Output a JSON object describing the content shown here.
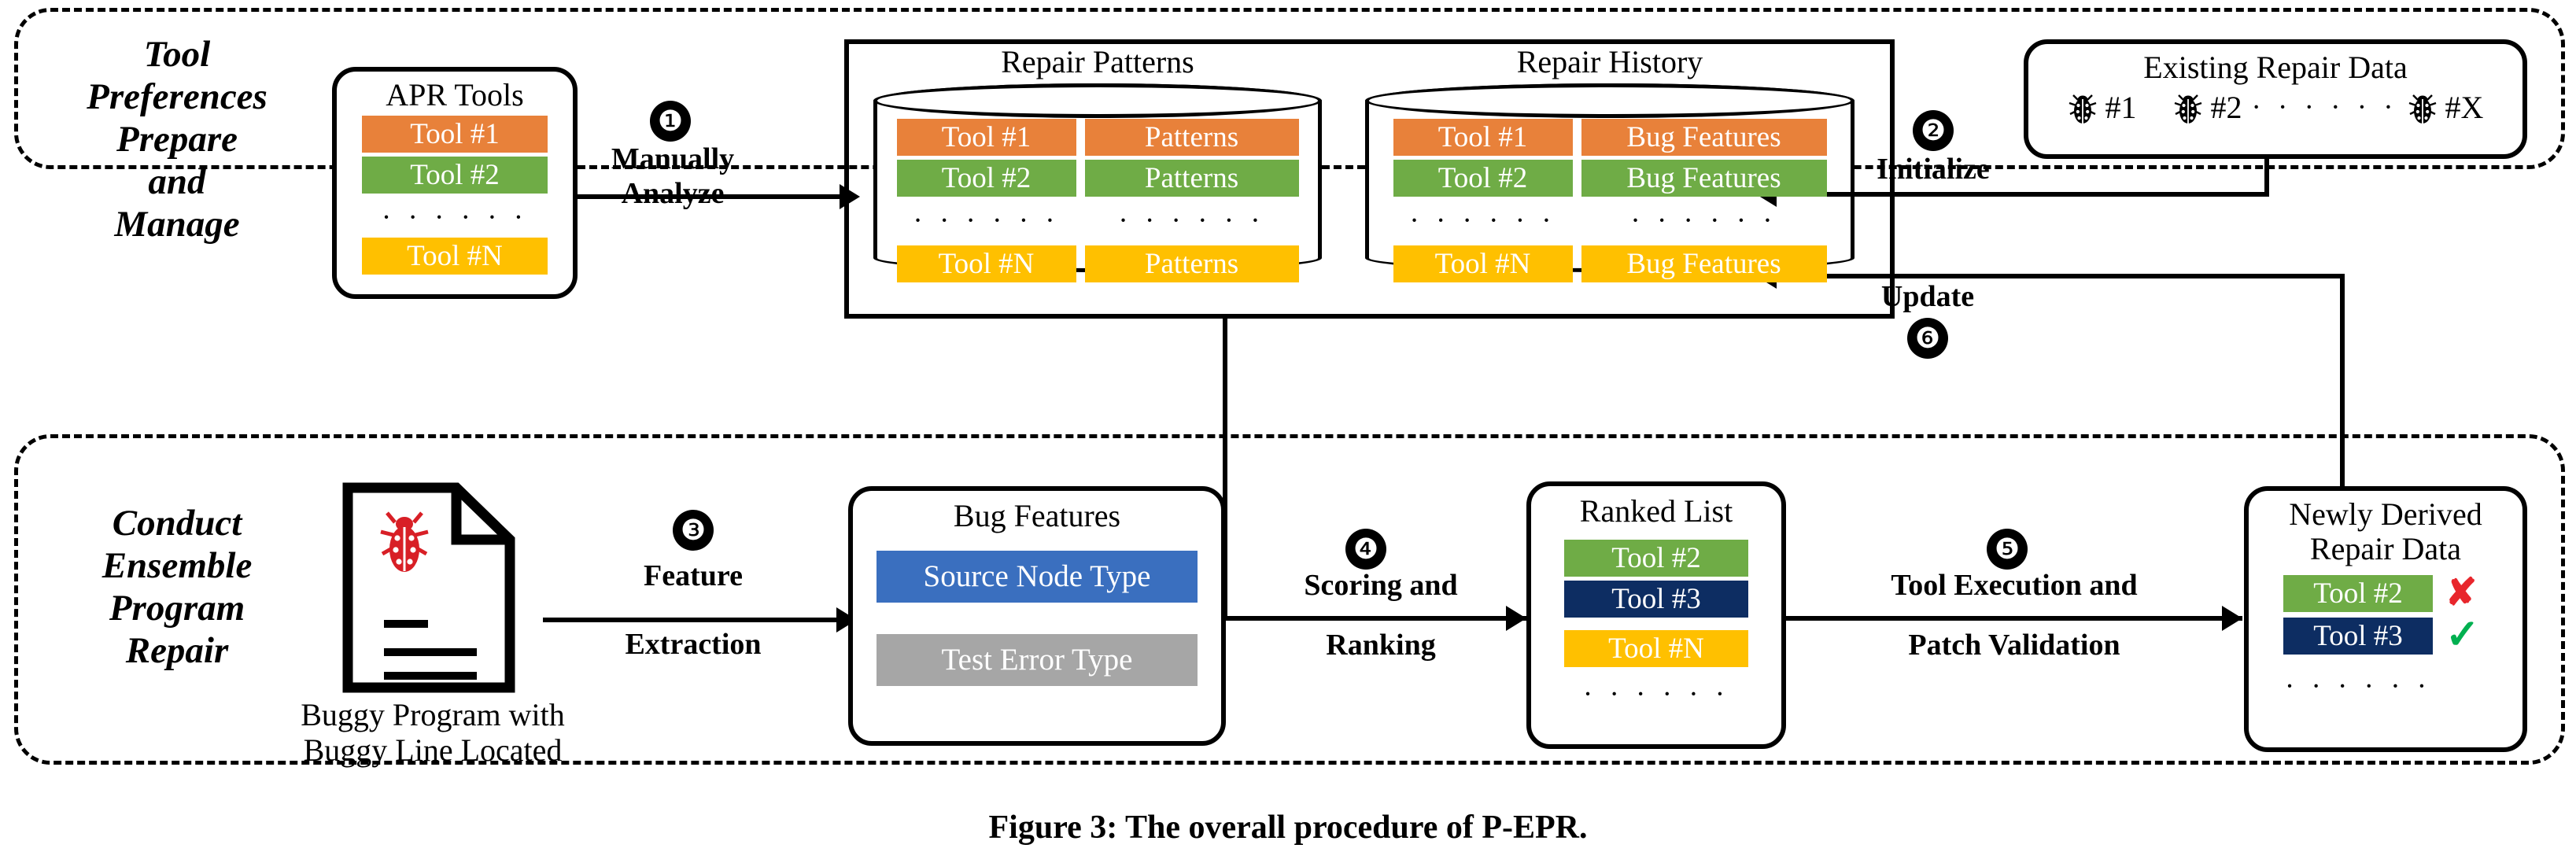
{
  "figure": {
    "caption": "Figure 3: The overall procedure of P-EPR."
  },
  "sections": {
    "top": {
      "title_lines": [
        "Tool",
        "Preferences",
        "Prepare",
        "and",
        "Manage"
      ]
    },
    "bottom": {
      "title_lines": [
        "Conduct",
        "Ensemble",
        "Program",
        "Repair"
      ]
    }
  },
  "apr_tools": {
    "title": "APR Tools",
    "items": [
      "Tool #1",
      "Tool #2",
      "Tool #N"
    ],
    "ellipsis": "· · · · · ·",
    "colors": [
      "#E8813A",
      "#6FAC46",
      "#FFC000"
    ]
  },
  "repair_patterns": {
    "title": "Repair Patterns",
    "rows": [
      {
        "tool": "Tool #1",
        "value": "Patterns",
        "color": "#E8813A"
      },
      {
        "tool": "Tool #2",
        "value": "Patterns",
        "color": "#6FAC46"
      },
      {
        "tool": "· · · · · ·",
        "value": "· · · · · ·",
        "color": "none"
      },
      {
        "tool": "Tool #N",
        "value": "Patterns",
        "color": "#FFC000"
      }
    ]
  },
  "repair_history": {
    "title": "Repair History",
    "rows": [
      {
        "tool": "Tool #1",
        "value": "Bug Features",
        "color": "#E8813A"
      },
      {
        "tool": "Tool #2",
        "value": "Bug Features",
        "color": "#6FAC46"
      },
      {
        "tool": "· · · · · ·",
        "value": "· · · · · ·",
        "color": "none"
      },
      {
        "tool": "Tool #N",
        "value": "Bug Features",
        "color": "#FFC000"
      }
    ]
  },
  "existing_repair_data": {
    "title": "Existing Repair Data",
    "bugs": [
      "#1",
      "#2",
      "#X"
    ],
    "ellipsis": "· · · · · ·"
  },
  "buggy_program": {
    "caption_lines": [
      "Buggy Program with",
      "Buggy Line Located"
    ]
  },
  "bug_features": {
    "title": "Bug Features",
    "items": [
      {
        "label": "Source Node Type",
        "color": "#3A6FBF"
      },
      {
        "label": "Test Error Type",
        "color": "#A6A6A6"
      }
    ]
  },
  "ranked_list": {
    "title": "Ranked List",
    "items": [
      {
        "label": "Tool #2",
        "color": "#6FAC46"
      },
      {
        "label": "Tool #3",
        "color": "#0D2D62"
      },
      {
        "label": "Tool #N",
        "color": "#FFC000"
      }
    ],
    "ellipsis": "· · · · · ·"
  },
  "newly_derived": {
    "title_lines": [
      "Newly Derived",
      "Repair Data"
    ],
    "items": [
      {
        "label": "Tool #2",
        "color": "#6FAC46",
        "mark": "✘",
        "mark_color": "#E8262C"
      },
      {
        "label": "Tool #3",
        "color": "#0D2D62",
        "mark": "✓",
        "mark_color": "#00B050"
      }
    ],
    "ellipsis": "· · · · · ·"
  },
  "steps": [
    {
      "num": "❶",
      "label_lines": [
        "Manually",
        "Analyze"
      ]
    },
    {
      "num": "❷",
      "label_lines": [
        "Initialize"
      ]
    },
    {
      "num": "❸",
      "label_lines": [
        "Feature",
        "Extraction"
      ]
    },
    {
      "num": "❹",
      "label_lines": [
        "Scoring  and",
        "Ranking"
      ]
    },
    {
      "num": "❺",
      "label_lines": [
        "Tool Execution and",
        "Patch Validation"
      ]
    },
    {
      "num": "❻",
      "label_lines": [
        "Update"
      ]
    }
  ]
}
